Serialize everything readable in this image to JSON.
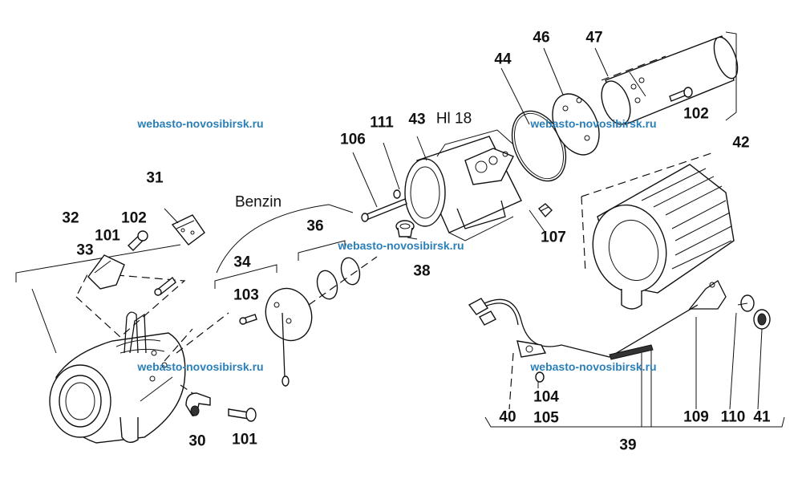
{
  "watermark": {
    "text": "webasto-novosibirsk.ru",
    "color": "#2a7fb8"
  },
  "parts": {
    "p30": "30",
    "p31": "31",
    "p32": "32",
    "p33": "33",
    "p34": "34",
    "p36": "36",
    "p38": "38",
    "p39": "39",
    "p40": "40",
    "p41": "41",
    "p42": "42",
    "p43": "43",
    "p44": "44",
    "p46": "46",
    "p47": "47",
    "p101a": "101",
    "p101b": "101",
    "p102a": "102",
    "p102b": "102",
    "p103": "103",
    "p104": "104",
    "p105": "105",
    "p106": "106",
    "p107": "107",
    "p109": "109",
    "p110": "110",
    "p111": "111"
  },
  "labels": {
    "benzin": "Benzin",
    "model": "Hl 18"
  }
}
